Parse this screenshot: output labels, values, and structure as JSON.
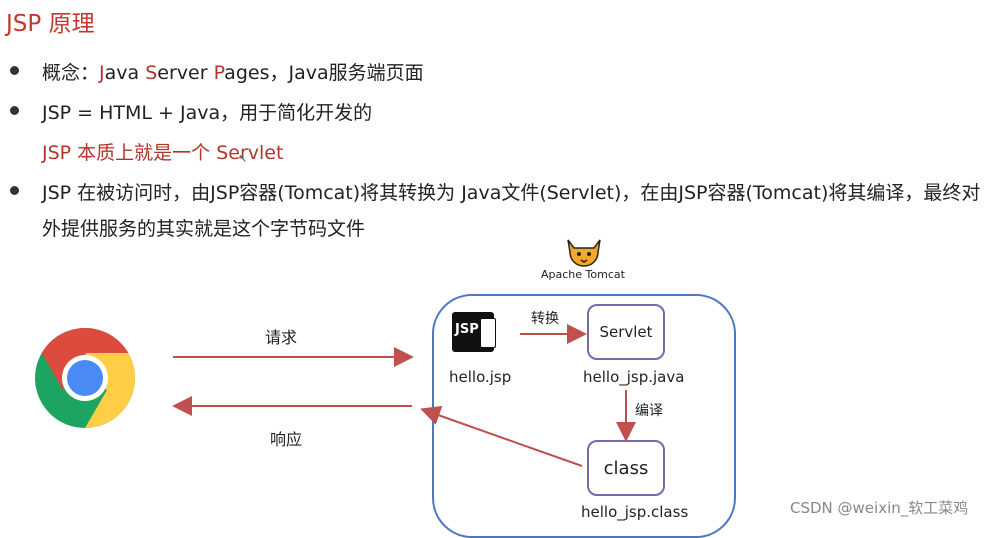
{
  "title": "JSP 原理",
  "bullets": {
    "b1": {
      "prefix": "概念：",
      "J": "J",
      "ava": "ava ",
      "S": "S",
      "erver": "erver ",
      "P": "P",
      "ages": "ages，Java服务端页面"
    },
    "b2": "JSP = HTML + Java，用于简化开发的",
    "b2_sub": "JSP 本质上就是一个 Servlet",
    "b3_line1": "JSP 在被访问时，由JSP容器(Tomcat)将其转换为 Java文件(Servlet)，在由JSP容器(Tomcat)将其编译，最终对",
    "b3_line2": "外提供服务的其实就是这个字节码文件"
  },
  "diagram": {
    "tomcat_label": "Apache Tomcat",
    "request_label": "请求",
    "response_label": "响应",
    "jsp_icon_text": "JSP",
    "hello_jsp": "hello.jsp",
    "convert_label": "转换",
    "servlet_box": "Servlet",
    "hello_jsp_java": "hello_jsp.java",
    "compile_label": "编译",
    "class_box": "class",
    "hello_jsp_class": "hello_jsp.class"
  },
  "watermark": "CSDN @weixin_软工菜鸡",
  "colors": {
    "title": "#c0392b",
    "arrow": "#c0504d",
    "box_border": "#7b68ab",
    "container_border": "#4a78c2"
  }
}
